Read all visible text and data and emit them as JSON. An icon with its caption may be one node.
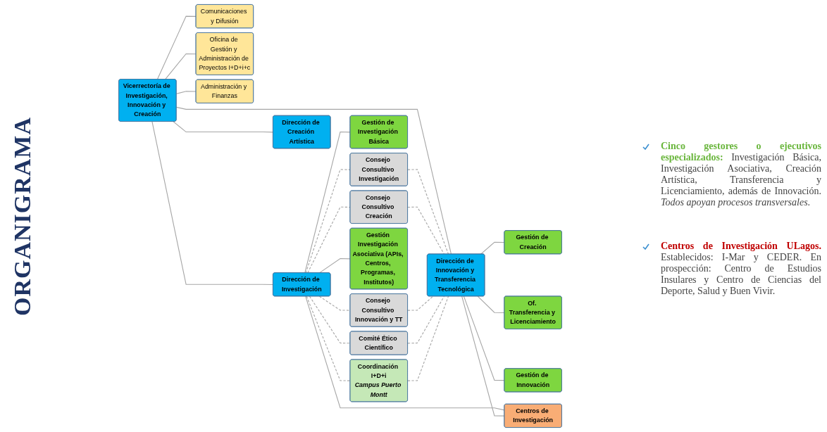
{
  "diagram": {
    "title": "ORGANIGRAMA",
    "nodes": [
      {
        "text": [
          "Vicerrectoría de Investigación, Innovación y Creación"
        ]
      },
      {
        "text": [
          "Comunicaciones y Difusión"
        ]
      },
      {
        "text": [
          "Oficina de Gestión y Administración de Proyectos I+D+i+c"
        ]
      },
      {
        "text": [
          "Administración y Finanzas"
        ]
      },
      {
        "text": [
          "Dirección de Investigación"
        ]
      },
      {
        "text": [
          "Dirección de Creación Artística"
        ]
      },
      {
        "text": [
          "Dirección de Innovación y Transferencia Tecnológica"
        ]
      },
      {
        "text": [
          "Consejo Consultivo Investigación"
        ]
      },
      {
        "text": [
          "Gestión de Creación"
        ]
      },
      {
        "text": [
          "Gestión de Investigación Básica"
        ]
      },
      {
        "text": [
          "Consejo Consultivo Creación"
        ]
      },
      {
        "text": [
          "Consejo Consultivo Innovación y TT"
        ]
      },
      {
        "text": [
          "Of. Transferencia y Licenciamiento"
        ]
      },
      {
        "text": [
          "Gestión Investigación Asociativa (APIs, Centros, Programas, Institutos)"
        ]
      },
      {
        "text": [
          "Comité Ético Científico"
        ]
      },
      {
        "text": [
          "Gestión de Innovación"
        ]
      },
      {
        "text": [
          "Coordinación I+D+i",
          "Campus Puerto Montt"
        ]
      },
      {
        "text": [
          "Centros de Investigación"
        ]
      }
    ],
    "edges": [
      {
        "from": 0,
        "to": 1,
        "arrow": "none"
      },
      {
        "from": 0,
        "to": 2,
        "arrow": "none"
      },
      {
        "from": 0,
        "to": 3,
        "arrow": "none"
      },
      {
        "from": 0,
        "to": 4,
        "arrow": "none"
      },
      {
        "from": 0,
        "to": 5,
        "arrow": "none"
      },
      {
        "from": 0,
        "to": 6,
        "arrow": "none"
      },
      {
        "from": 4,
        "to": 7,
        "arrow": "none",
        "style": "dashed"
      },
      {
        "from": 7,
        "to": 6,
        "arrow": "none",
        "style": "dashed"
      },
      {
        "from": 6,
        "to": 8,
        "arrow": "none"
      },
      {
        "from": 4,
        "to": 9,
        "arrow": "none"
      },
      {
        "from": 4,
        "to": 10,
        "arrow": "none",
        "style": "dashed"
      },
      {
        "from": 10,
        "to": 6,
        "arrow": "none",
        "style": "dashed"
      },
      {
        "from": 4,
        "to": 11,
        "arrow": "none",
        "style": "dashed"
      },
      {
        "from": 11,
        "to": 6,
        "arrow": "none",
        "style": "dashed"
      },
      {
        "from": 6,
        "to": 12,
        "arrow": "none"
      },
      {
        "from": 4,
        "to": 13,
        "arrow": "none"
      },
      {
        "from": 4,
        "to": 14,
        "arrow": "none",
        "style": "dashed"
      },
      {
        "from": 14,
        "to": 6,
        "arrow": "none",
        "style": "dashed"
      },
      {
        "from": 6,
        "to": 15,
        "arrow": "none"
      },
      {
        "from": 4,
        "to": 16,
        "arrow": "none",
        "style": "dashed"
      },
      {
        "from": 16,
        "to": 6,
        "arrow": "none",
        "style": "dashed"
      },
      {
        "from": 4,
        "to": 17,
        "arrow": "none"
      },
      {
        "from": 6,
        "to": 17,
        "arrow": "none"
      }
    ],
    "labels": [
      "**Cinco gestores o ejecutivos especializados:** Investigación Básica, Investigación Asociativa, Creación Artística, Transferencia y Licenciamiento, además de Innovación. *Todos apoyan procesos transversales*.",
      "**Centros de Investigación ULagos.** Establecidos: I-Mar y CEDER. En prospección: Centro de Estudios Insulares y Centro de Ciencias del Deporte, Salud y Buen Vivir."
    ]
  }
}
